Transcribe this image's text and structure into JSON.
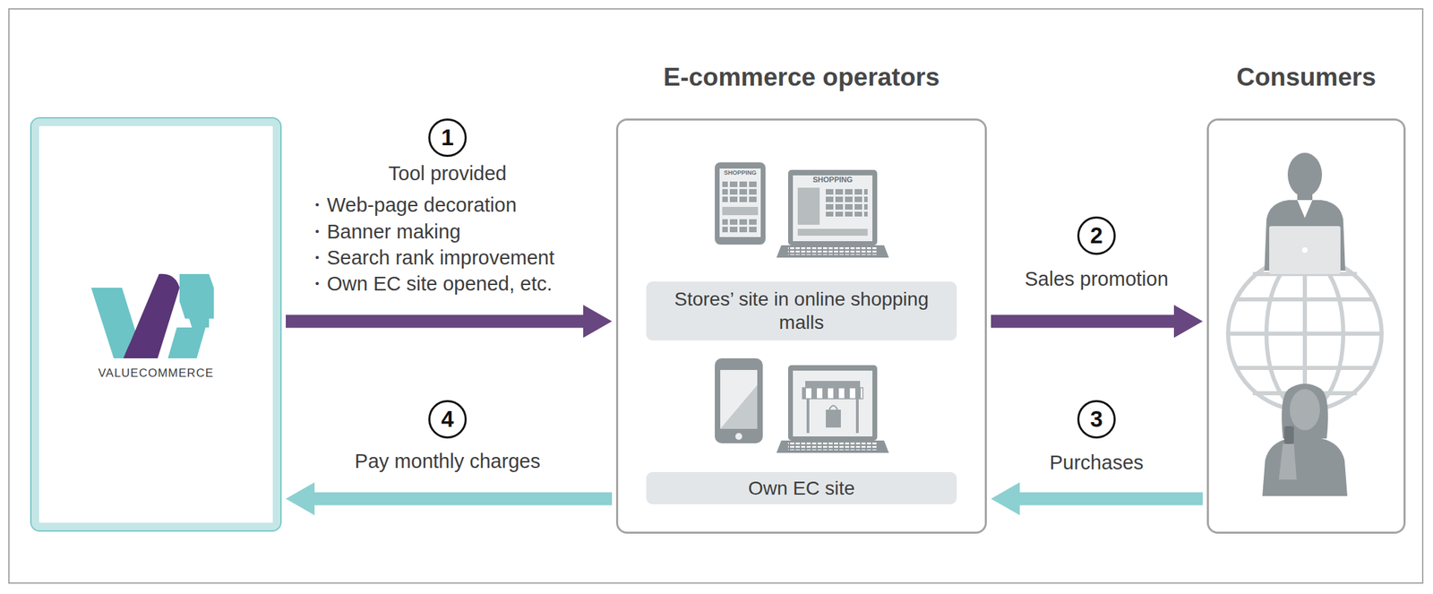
{
  "diagram": {
    "nodes": [
      {
        "text": [
          "VALUECOMMERCE"
        ]
      },
      {
        "text": [
          "E-commerce operators"
        ]
      },
      {
        "text": [
          "Stores’ site in online shopping malls"
        ],
        "in": 1
      },
      {
        "text": [
          "Own EC site"
        ],
        "in": 1
      },
      {
        "text": [
          "Consumers"
        ]
      }
    ],
    "edges": [
      {
        "from": 0,
        "to": 1,
        "label": "Tool provided",
        "arrow": "to"
      },
      {
        "from": 1,
        "to": 4,
        "label": "Sales promotion",
        "arrow": "to"
      },
      {
        "from": 4,
        "to": 1,
        "label": "Purchases",
        "arrow": "to"
      },
      {
        "from": 1,
        "to": 0,
        "label": "Pay monthly charges",
        "arrow": "to"
      }
    ],
    "labels": [
      "1",
      "・Web-page decoration",
      "・Banner making",
      "・Search rank improvement",
      "・Own EC site opened, etc.",
      "2",
      "3",
      "4",
      "SHOPPING",
      "SHOPPING"
    ]
  }
}
